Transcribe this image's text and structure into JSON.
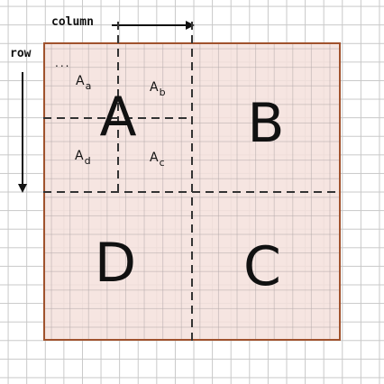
{
  "axes": {
    "column_label": "column",
    "row_label": "row"
  },
  "quadrants": {
    "top_left": "A",
    "top_right": "B",
    "bottom_left": "D",
    "bottom_right": "C"
  },
  "sub_blocks": {
    "a": {
      "base": "A",
      "sub": "a"
    },
    "b": {
      "base": "A",
      "sub": "b"
    },
    "d": {
      "base": "A",
      "sub": "d"
    },
    "c": {
      "base": "A",
      "sub": "c"
    }
  },
  "ellipsis": "...",
  "colors": {
    "matrix_border": "#a0522d",
    "matrix_fill": "#f5e1dc",
    "grid_line": "#c8c8c8",
    "dashed_line": "#333333",
    "text": "#111111"
  }
}
